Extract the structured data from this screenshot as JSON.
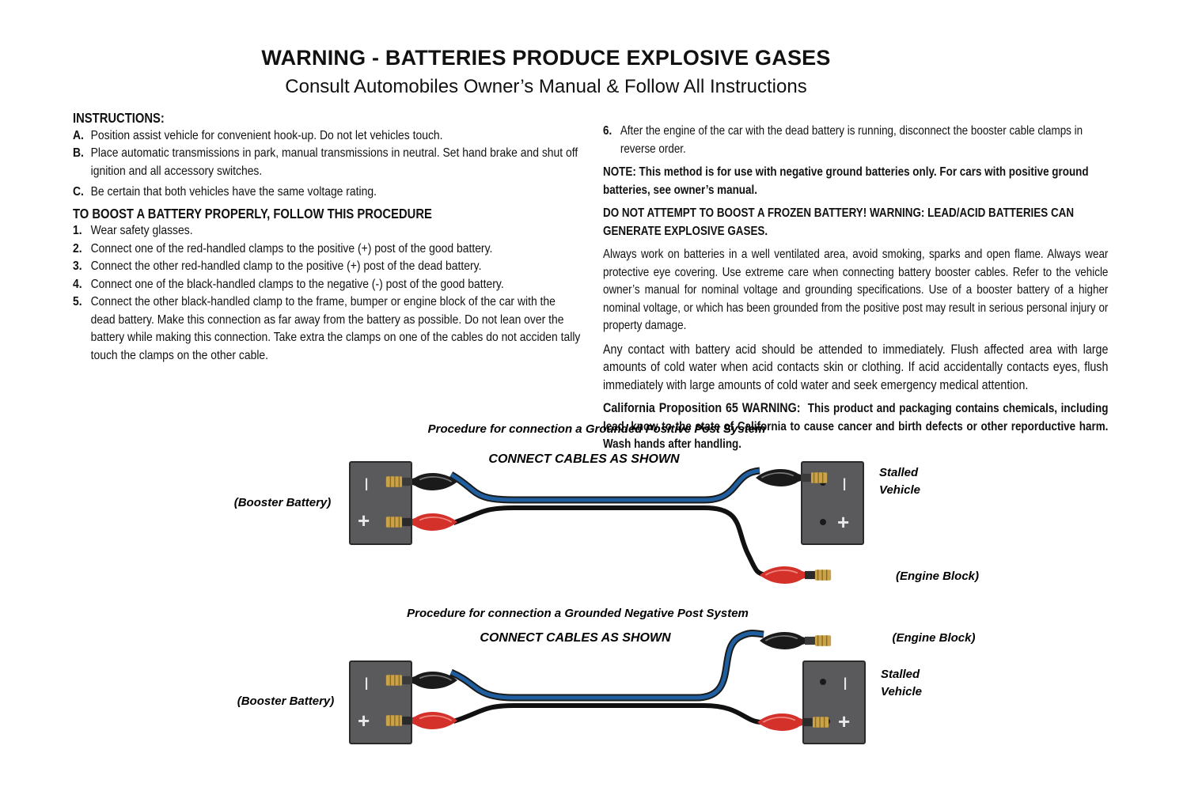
{
  "header": {
    "title": "WARNING - BATTERIES PRODUCE EXPLOSIVE GASES",
    "subtitle": "Consult Automobiles Owner’s Manual & Follow All Instructions"
  },
  "left": {
    "instructions_heading": "INSTRUCTIONS:",
    "instructions": [
      {
        "label": "A.",
        "text": "Position assist vehicle for convenient hook-up. Do not let vehicles touch."
      },
      {
        "label": "B.",
        "text": "Place automatic transmissions in park, manual transmissions in neutral. Set hand brake and shut off ignition and all accessory switches."
      },
      {
        "label": "C.",
        "text": "Be certain that both vehicles have the same voltage rating."
      }
    ],
    "procedure_heading": "TO BOOST A BATTERY PROPERLY, FOLLOW THIS PROCEDURE",
    "steps": [
      {
        "label": "1.",
        "text": "Wear safety glasses."
      },
      {
        "label": "2.",
        "text": "Connect one of the red-handled clamps to the positive (+) post of the good battery."
      },
      {
        "label": "3.",
        "text": "Connect the other red-handled clamp to the positive (+) post of the dead battery."
      },
      {
        "label": "4.",
        "text": "Connect one of the black-handled clamps to the negative (-) post of the good battery."
      },
      {
        "label": "5.",
        "text": "Connect the other black-handled clamp to the frame, bumper or engine block of the car with the dead battery. Make this connection as far away from the battery as possible. Do not lean over the battery while making this connection. Take extra the clamps on one of the cables do not acciden tally touch the clamps on the other cable."
      }
    ]
  },
  "right": {
    "step6_label": "6.",
    "step6_text": "After the engine of the car with the dead battery is running, disconnect the booster cable clamps in reverse order.",
    "note": "NOTE: This method is for use with negative ground batteries only. For cars with positive ground batteries, see owner’s manual.",
    "frozen_warning": "DO NOT ATTEMPT TO BOOST A FROZEN BATTERY! WARNING: LEAD/ACID BATTERIES CAN GENERATE EXPLOSIVE GASES.",
    "para1": "Always work on batteries in a well ventilated area, avoid smoking, sparks and open flame. Always wear protective eye covering. Use extreme care when connecting battery booster cables. Refer to the vehicle owner’s manual for nominal voltage and grounding specifications. Use of a booster battery of a higher nominal voltage, or which has been grounded from the positive post may result in serious personal injury or property damage.",
    "para2": "Any contact with battery acid should be attended to immediately. Flush affected area with large amounts of cold water when acid contacts skin or clothing. If acid accidentally contacts eyes, flush immediately with large amounts of cold water and seek emergency medical attention.",
    "prop65_label": "California Proposition 65 WARNING:",
    "prop65_text": "This product and packaging contains chemicals, including lead, know to the state of California to cause cancer and birth defects or other reporductive harm. Wash hands after handling."
  },
  "diagram": {
    "top": {
      "title": "Procedure for connection a Grounded Positive Post System",
      "instruction": "CONNECT CABLES AS SHOWN",
      "booster_label": "(Booster Battery)",
      "stalled_line1": "Stalled",
      "stalled_line2": "Vehicle",
      "engine_block": "(Engine Block)"
    },
    "bottom": {
      "title": "Procedure for connection a Grounded Negative Post System",
      "instruction": "CONNECT CABLES AS SHOWN",
      "booster_label": "(Booster Battery)",
      "stalled_line1": "Stalled",
      "stalled_line2": "Vehicle",
      "engine_block": "(Engine Block)"
    },
    "neg_symbol": "I",
    "pos_symbol": "+",
    "colors": {
      "battery": "#5a5a5c",
      "battery_border": "#2a2a2a",
      "blue_cable": "#1f5fa0",
      "black_cable": "#111111",
      "red_clamp": "#d4312a",
      "black_clamp": "#1a1a1a",
      "copper": "#c9a24a"
    }
  }
}
